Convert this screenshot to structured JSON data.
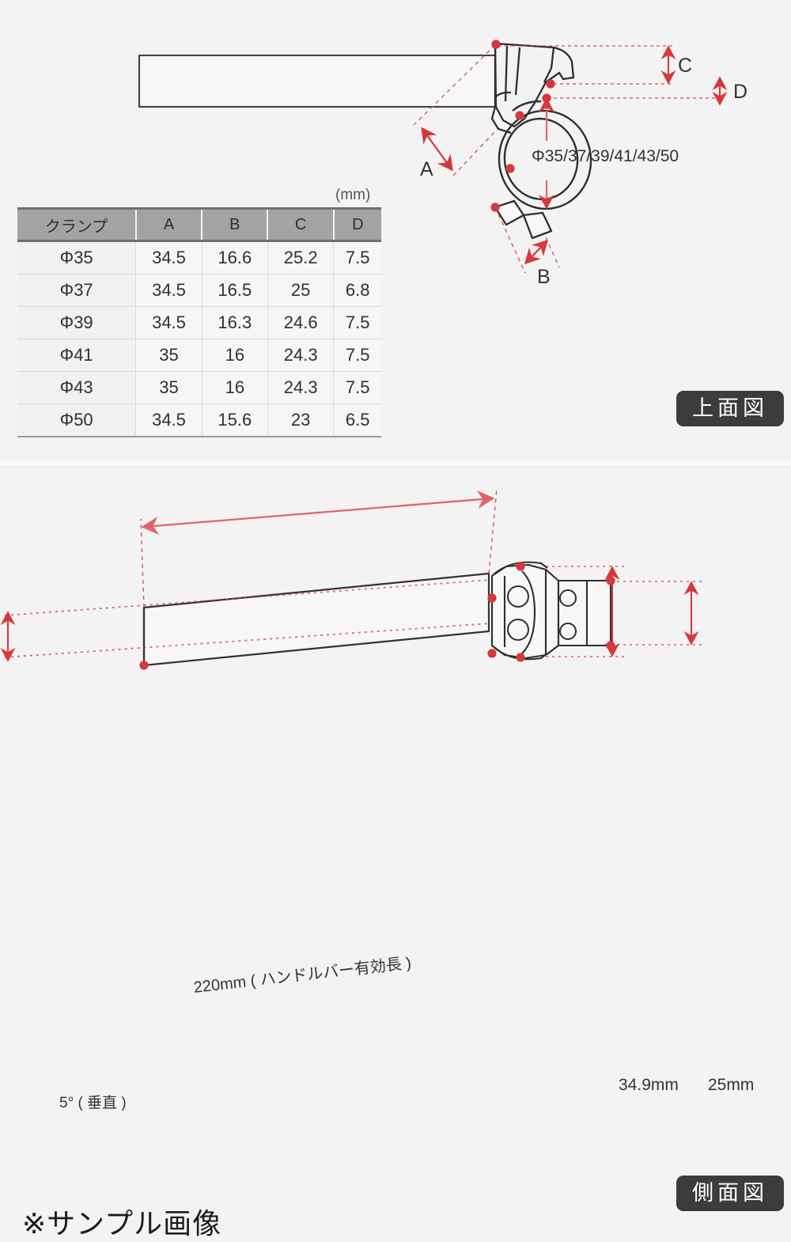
{
  "page": {
    "background": "#f3f3f3",
    "sample_note": "※サンプル画像",
    "accent_red": "#e03a3a",
    "line_color": "#3a3a3a"
  },
  "top_view": {
    "badge": "上面図",
    "unit_label": "(mm)",
    "diameter_label": "Φ35/37/39/41/43/50",
    "dimension_labels": {
      "A": "A",
      "B": "B",
      "C": "C",
      "D": "D"
    }
  },
  "side_view": {
    "badge": "側面図",
    "length_label": "220mm ( ハンドルバー有効長 )",
    "angle_label": "5° ( 垂直 )",
    "height_label": "34.9mm",
    "clamp_height_label": "25mm"
  },
  "spec_table": {
    "headers": [
      "クランプ",
      "A",
      "B",
      "C",
      "D"
    ],
    "rows": [
      {
        "clamp": "Φ35",
        "a": "34.5",
        "b": "16.6",
        "c": "25.2",
        "d": "7.5"
      },
      {
        "clamp": "Φ37",
        "a": "34.5",
        "b": "16.5",
        "c": "25",
        "d": "6.8"
      },
      {
        "clamp": "Φ39",
        "a": "34.5",
        "b": "16.3",
        "c": "24.6",
        "d": "7.5"
      },
      {
        "clamp": "Φ41",
        "a": "35",
        "b": "16",
        "c": "24.3",
        "d": "7.5"
      },
      {
        "clamp": "Φ43",
        "a": "35",
        "b": "16",
        "c": "24.3",
        "d": "7.5"
      },
      {
        "clamp": "Φ50",
        "a": "34.5",
        "b": "15.6",
        "c": "23",
        "d": "6.5"
      }
    ]
  }
}
